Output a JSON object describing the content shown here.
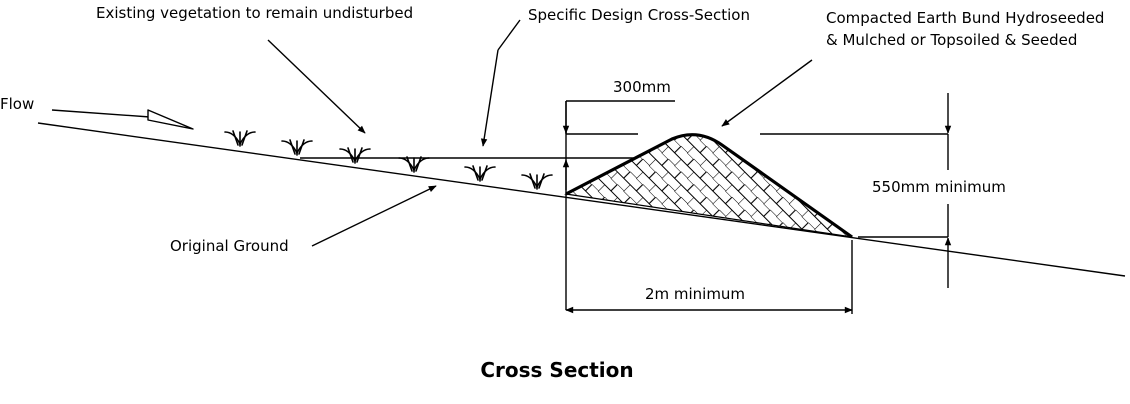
{
  "labels": {
    "vegetation": "Existing vegetation to remain undisturbed",
    "design_section": "Specific Design Cross-Section",
    "bund_line1": "Compacted Earth Bund Hydroseeded",
    "bund_line2": "& Mulched or Topsoiled & Seeded",
    "flow": "Flow",
    "original_ground": "Original Ground",
    "crest_width": "300mm",
    "height": "550mm minimum",
    "base_width": "2m minimum",
    "title": "Cross Section"
  }
}
